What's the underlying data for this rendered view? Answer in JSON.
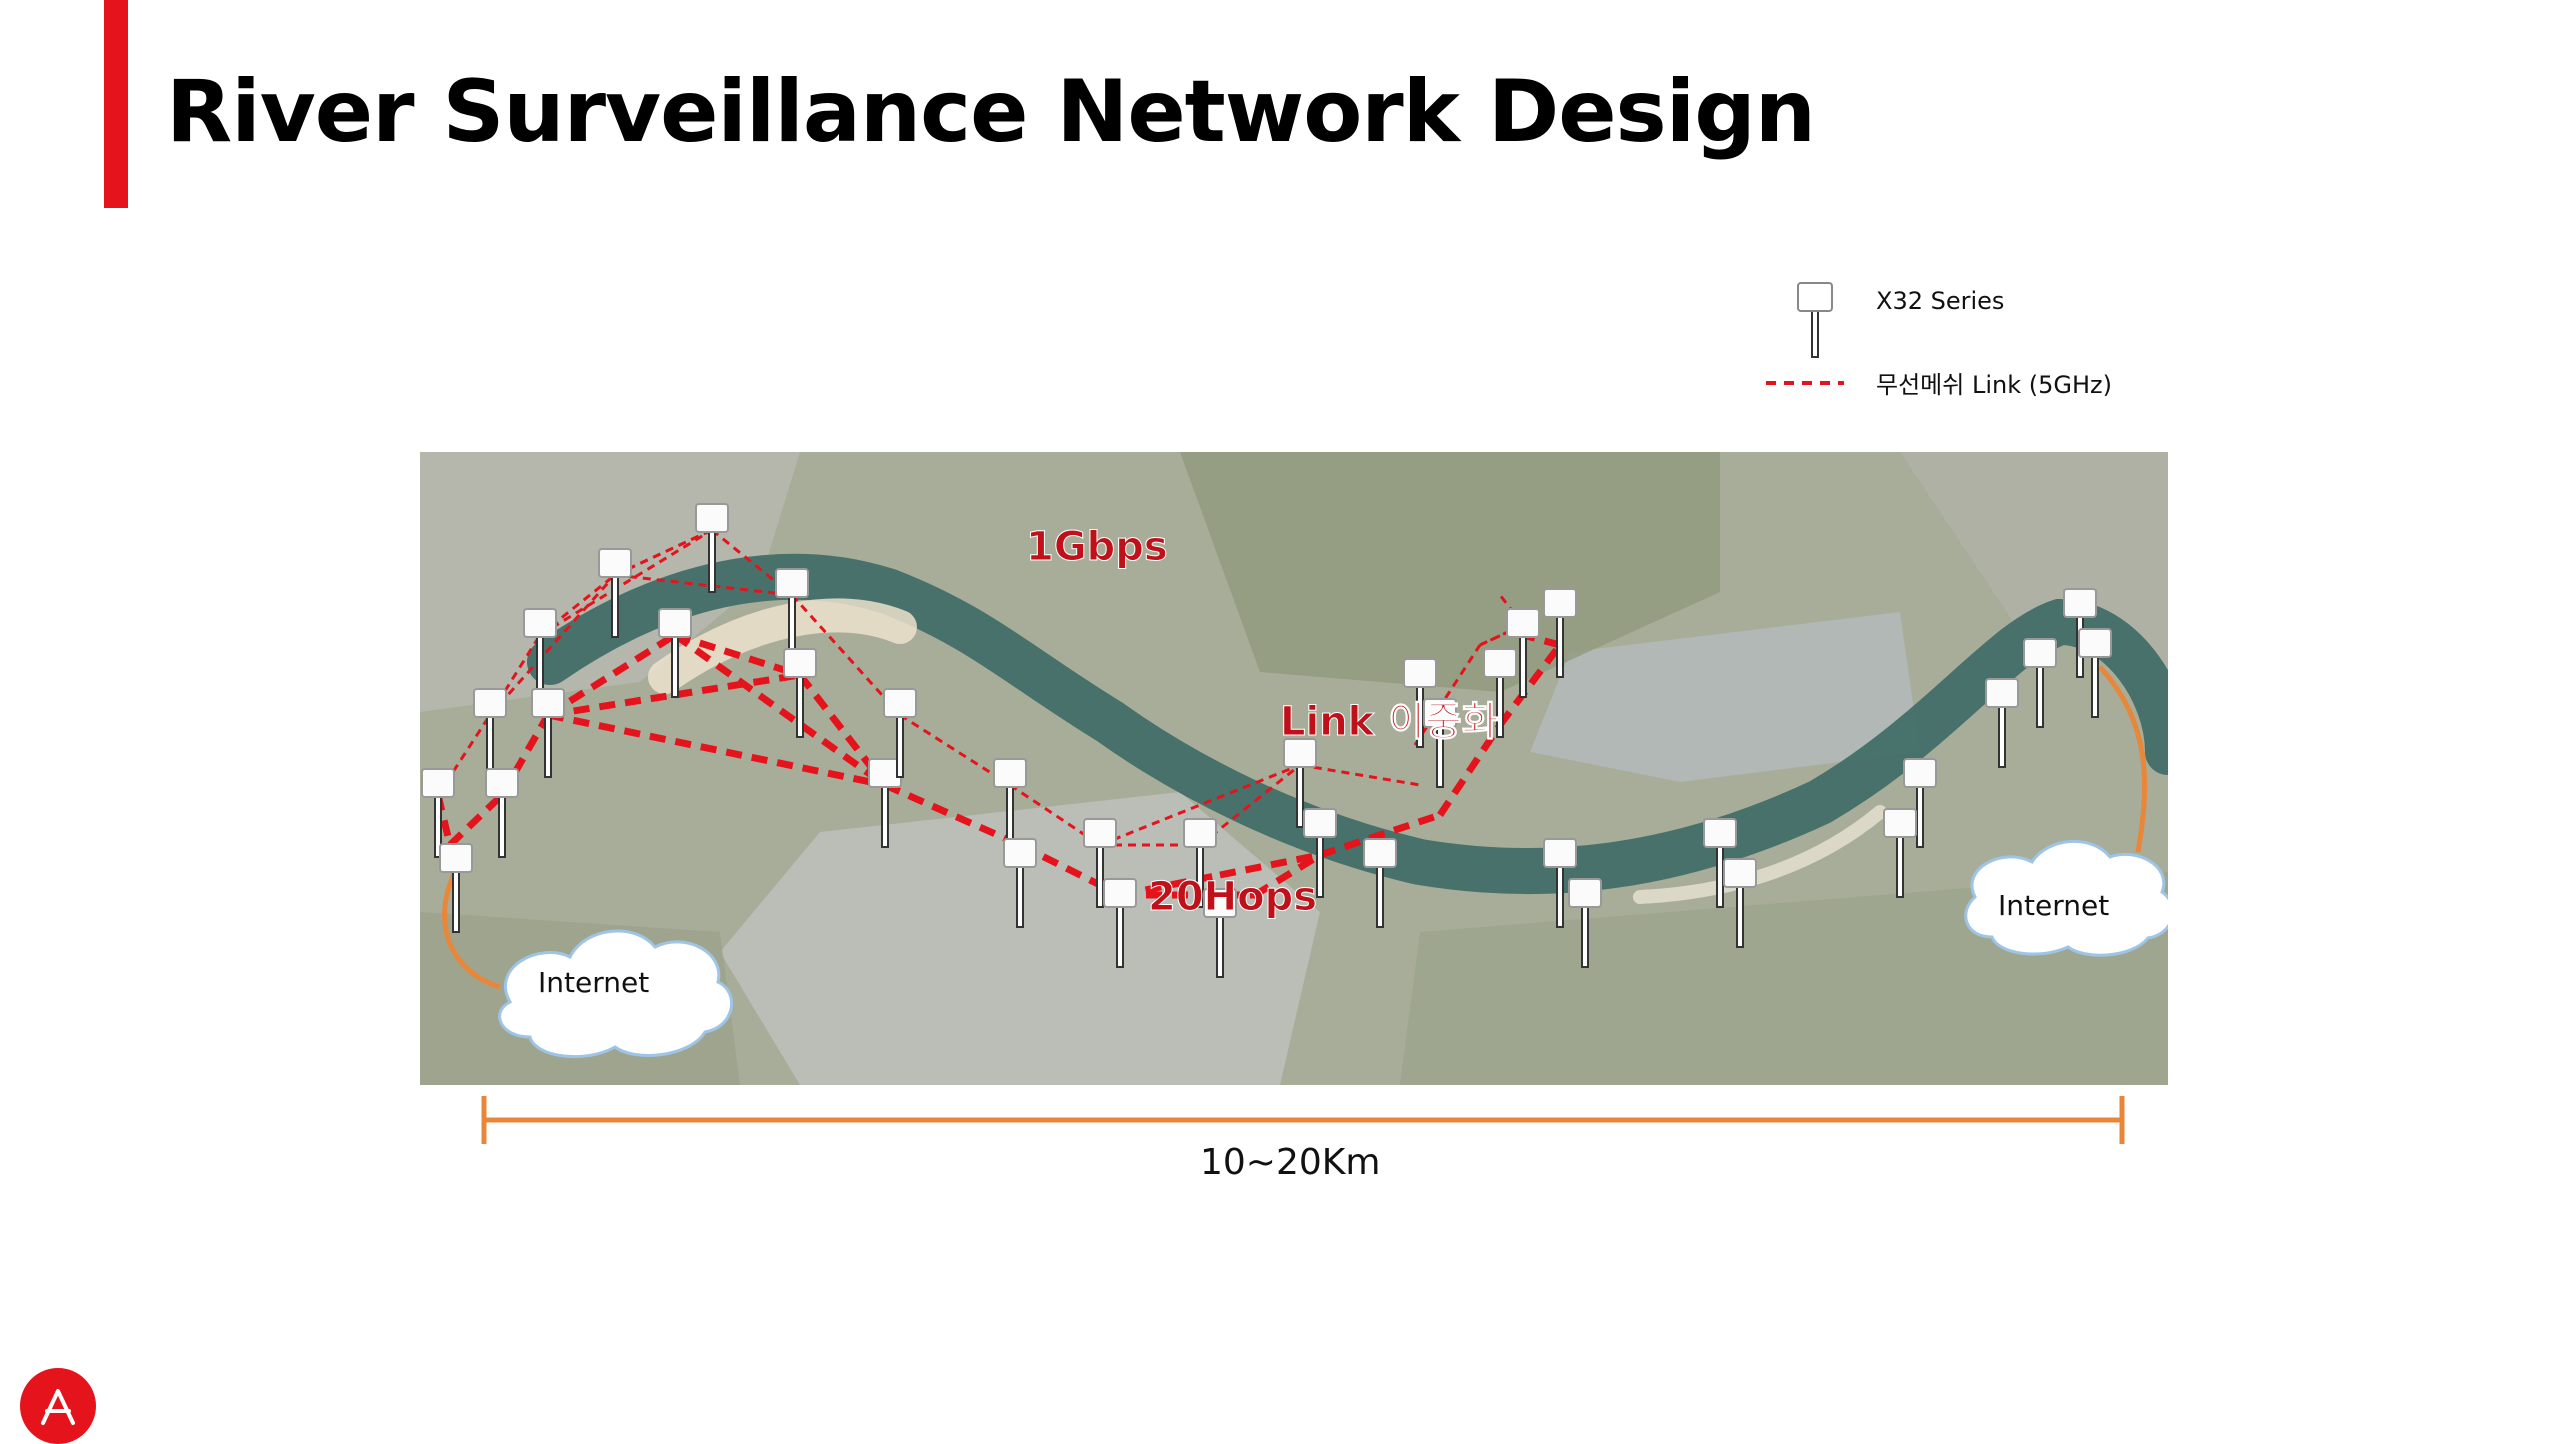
{
  "slide": {
    "title": "River Surveillance Network Design"
  },
  "legend": {
    "device_label": "X32 Series",
    "link_label": "무선메쉬 Link (5GHz)",
    "device_icon": "antenna-mast-icon",
    "link_color": "#e5141c"
  },
  "map": {
    "annotations": {
      "bandwidth": "1Gbps",
      "redundancy": "Link 이중화",
      "hops": "20Hops"
    },
    "clouds": {
      "left": "Internet",
      "right": "Internet"
    }
  },
  "scale": {
    "distance": "10~20Km",
    "color": "#e8873a"
  },
  "colors": {
    "accent": "#e5141c",
    "annotation_text": "#c0101a",
    "river": "#3f6b66"
  },
  "logo": {
    "icon": "company-logo-icon"
  }
}
